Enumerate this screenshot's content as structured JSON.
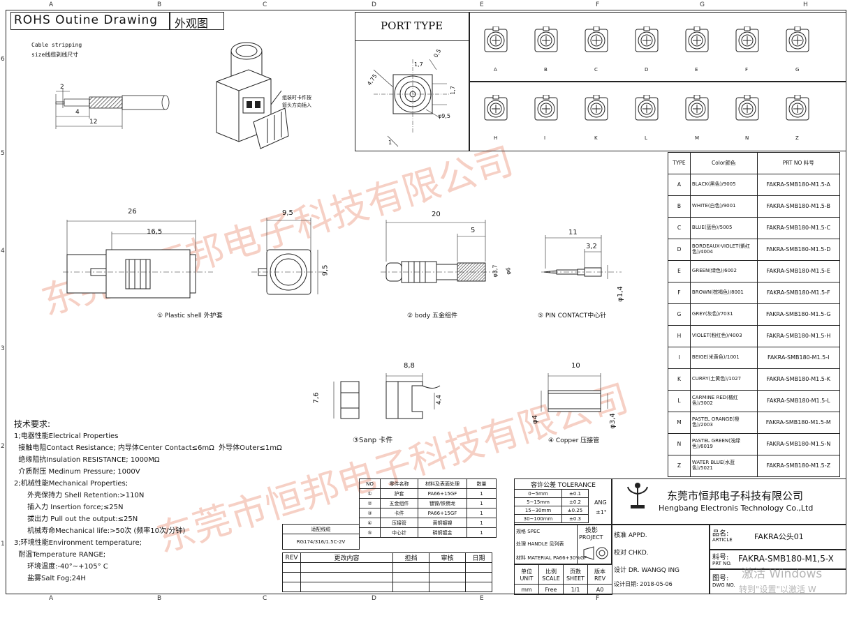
{
  "grid": {
    "columns": [
      "A",
      "B",
      "C",
      "D",
      "E",
      "F",
      "G",
      "H"
    ],
    "rows": [
      "6",
      "5",
      "4",
      "3",
      "2",
      "1"
    ]
  },
  "title": {
    "en": "ROHS Outine Drawing",
    "cn": "外观图"
  },
  "cable": {
    "l1": "Cable stripping",
    "l2": "size线缆剥线尺寸",
    "d1": "2",
    "d2": "4",
    "d3": "12"
  },
  "iso_note": {
    "l1": "组装时卡件按",
    "l2": "箭头方向插入"
  },
  "port": {
    "title": "PORT TYPE",
    "d1": "0,5",
    "d2": "4,75",
    "d3": "1,7",
    "d4": "1,7",
    "d5": "φ9,5",
    "d6": "1"
  },
  "port_row1": [
    "A",
    "B",
    "C",
    "D",
    "E",
    "F",
    "G"
  ],
  "port_row2": [
    "H",
    "I",
    "K",
    "L",
    "M",
    "N",
    "Z"
  ],
  "views": {
    "shell": {
      "label": "① Plastic shell 外护套",
      "d1": "26",
      "d2": "16,5",
      "d3": "9,5",
      "d4": "9,5"
    },
    "body": {
      "label": "② body 五金组件",
      "d1": "20",
      "d2": "5",
      "d3": "φ3,7",
      "d4": "φ6"
    },
    "pin": {
      "label": "⑤ PIN CONTACT中心针",
      "d1": "11",
      "d2": "3,2",
      "d3": "φ1,4"
    },
    "sanp": {
      "label": "③Sanp 卡件",
      "d1": "7,6",
      "d2": "8,8",
      "d3": "4,4"
    },
    "copper": {
      "label": "④ Copper 压接管",
      "d1": "10",
      "d2": "φ4",
      "d3": "φ3,4"
    }
  },
  "color_table": {
    "headers": [
      "TYPE",
      "Color颜色",
      "PRT NO    料号"
    ],
    "rows": [
      [
        "A",
        "BLACK(黑色)/9005",
        "FAKRA-SMB180-M1.5-A"
      ],
      [
        "B",
        "WHITE(白色)/9001",
        "FAKRA-SMB180-M1.5-B"
      ],
      [
        "C",
        "BLUE(蓝色)/5005",
        "FAKRA-SMB180-M1.5-C"
      ],
      [
        "D",
        "BORDEAUX-VIOLET(紫红色)/4004",
        "FAKRA-SMB180-M1.5-D"
      ],
      [
        "E",
        "GREEN(绿色)/6002",
        "FAKRA-SMB180-M1.5-E"
      ],
      [
        "F",
        "BROWN(棕褐色)/8001",
        "FAKRA-SMB180-M1.5-F"
      ],
      [
        "G",
        "GREY(灰色)/7031",
        "FAKRA-SMB180-M1.5-G"
      ],
      [
        "H",
        "VIOLET(粉红色)/4003",
        "FAKRA-SMB180-M1.5-H"
      ],
      [
        "I",
        "BEIGE(米黄色)/1001",
        "FAKRA-SMB180-M1.5-I"
      ],
      [
        "K",
        "CURRY(土黄色)/1027",
        "FAKRA-SMB180-M1.5-K"
      ],
      [
        "L",
        "CARMINE RED(橘红色)/3002",
        "FAKRA-SMB180-M1.5-L"
      ],
      [
        "M",
        "PASTEL ORANGE(橙色)/2003",
        "FAKRA-SMB180-M1.5-M"
      ],
      [
        "N",
        "PASTEL GREEN(浅绿色)/6019",
        "FAKRA-SMB180-M1.5-N"
      ],
      [
        "Z",
        "WATER BLUE(水蓝色)/5021",
        "FAKRA-SMB180-M1.5-Z"
      ]
    ]
  },
  "requirements": [
    "技术要求:",
    "1;电器性能Electrical Properties",
    "  接触电阻Contact Resistance; 内导体Center Contact≤6mΩ  外导体Outer≤1mΩ",
    "  绝缘阻抗Insulation RESISTANCE; 1000MΩ",
    "  介质耐压 Medinum Pressure; 1000V",
    "2;机械性能Mechanical Properties;",
    "      外壳保持力 Shell Retention:>110N",
    "      插入力 Insertion force;≤25N",
    "      拔出力 Pull out the output:≤25N",
    "      机械寿命Mechanical life:>50次 (频率10次/分钟)",
    "3;环境性能Environment temperature;",
    "  耐温Temperature RANGE;",
    "      环境温度:-40°~+105° C",
    "      盐雾Salt Fog;24H"
  ],
  "parts_table": {
    "headers": [
      "NO",
      "零件名称",
      "材料及表面处理",
      "数量"
    ],
    "rows": [
      [
        "①",
        "护套",
        "PA66+15GF",
        "1"
      ],
      [
        "②",
        "五金组件",
        "镀镍/铁佛龙",
        "1"
      ],
      [
        "③",
        "卡件",
        "PA66+15GF",
        "1"
      ],
      [
        "④",
        "压接管",
        "黄铜镀镍",
        "1"
      ],
      [
        "⑤",
        "中心针",
        "磷铜镀金",
        "1"
      ]
    ]
  },
  "cable_table": {
    "title": "适配线缆",
    "value": "RG174/316/1.5C-2V"
  },
  "rev": {
    "headers": [
      "REV",
      "更改内容",
      "担挡",
      "审核",
      "日期"
    ]
  },
  "tolerance": {
    "title": "容许公差  TOLERANCE",
    "rows": [
      [
        "0~5mm",
        "±0.1"
      ],
      [
        "5~15mm",
        "±0.2"
      ],
      [
        "15~30mm",
        "±0.25"
      ],
      [
        "30~100mm",
        "±0.3"
      ]
    ],
    "ang": "ANG",
    "ang_val": "±1°"
  },
  "spec": {
    "l1": "规格 SPEC",
    "l2": "处理 HANDLE  见列表",
    "l3": "材料 MATERIAL  PA66+30%GF",
    "proj1": "投影",
    "proj2": "PROJECT"
  },
  "units": {
    "h": [
      "单位 UNIT",
      "比例 SCALE",
      "页数 SHEET",
      "版本 REV"
    ],
    "v": [
      "mm",
      "Free",
      "1/1",
      "A0"
    ]
  },
  "sign": {
    "check": "核准 APPD.",
    "verify": "校对 CHKD.",
    "design": "设计 DR.  WANGQ ING",
    "date": "设计日期: 2018-05-06"
  },
  "company": {
    "cn": "东莞市恒邦电子科技有限公司",
    "en": "Hengbang Electronis Technology Co.,Ltd"
  },
  "article": {
    "label1": "品名:",
    "label2": "ARTICLE",
    "value": "FAKRA公头01"
  },
  "prtno": {
    "label1": "料号:",
    "label2": "PRT NO.",
    "value": "FAKRA-SMB180-M1,5-X"
  },
  "dwgno": {
    "label1": "图号:",
    "label2": "DWG NO."
  },
  "watermark": "东莞市恒邦电子科技有限公司",
  "activation": {
    "l1": "激活 Windows",
    "l2": "转到\"设置\"以激活 W"
  }
}
